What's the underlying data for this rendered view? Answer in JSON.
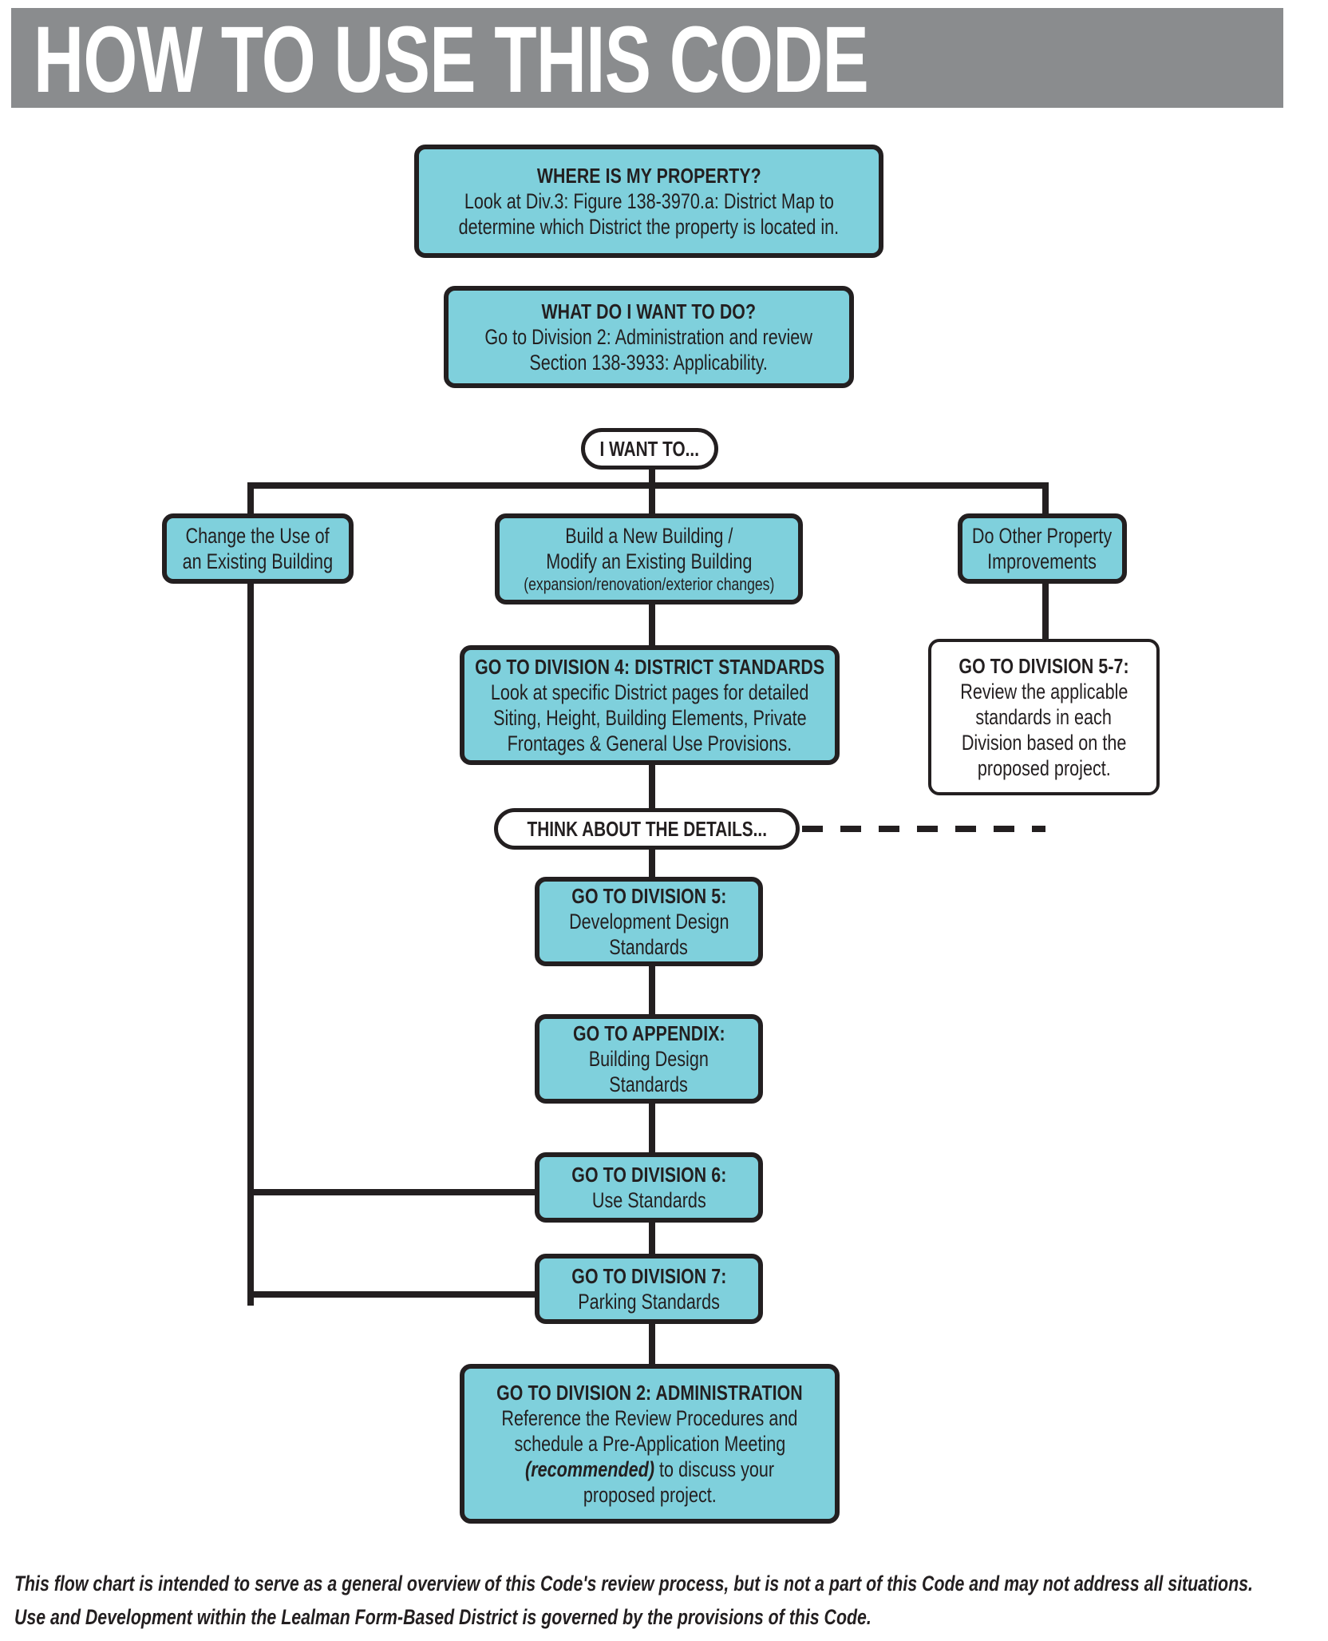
{
  "header": {
    "title": "HOW TO USE THIS CODE",
    "band_color": "#8a8c8e",
    "text_color": "#ffffff"
  },
  "theme": {
    "node_fill": "#7fd0dc",
    "node_stroke": "#231f20",
    "white_fill": "#ffffff"
  },
  "nodes": {
    "where_property": {
      "title": "WHERE IS MY PROPERTY?",
      "line1": "Look at Div.3: Figure 138-3970.a: District Map to",
      "line2": "determine which District the property is located in."
    },
    "what_do": {
      "title": "WHAT DO I WANT TO DO?",
      "line1": "Go to Division 2: Administration and review",
      "line2": "Section 138-3933: Applicability."
    },
    "i_want_to": {
      "label": "I WANT TO..."
    },
    "change_use": {
      "line1": "Change the Use of",
      "line2": "an Existing Building"
    },
    "build_new": {
      "line1": "Build a New Building /",
      "line2": "Modify an Existing Building",
      "line3": "(expansion/renovation/exterior changes)"
    },
    "other_improvements": {
      "line1": "Do Other Property",
      "line2": "Improvements"
    },
    "division_4": {
      "title": "GO TO DIVISION 4: DISTRICT STANDARDS",
      "line1": "Look at specific District pages for detailed",
      "line2": "Siting, Height, Building Elements, Private",
      "line3": "Frontages & General Use Provisions."
    },
    "division_5_7": {
      "title": "GO TO DIVISION 5-7:",
      "line1": "Review the applicable",
      "line2": "standards in each",
      "line3": "Division based on the",
      "line4": "proposed project."
    },
    "think_details": {
      "label": "THINK ABOUT THE DETAILS..."
    },
    "division_5": {
      "title": "GO TO DIVISION 5:",
      "line1": "Development Design",
      "line2": "Standards"
    },
    "appendix": {
      "title": "GO TO APPENDIX:",
      "line1": "Building Design",
      "line2": "Standards"
    },
    "division_6": {
      "title": "GO TO DIVISION 6:",
      "line1": "Use Standards"
    },
    "division_7": {
      "title": "GO TO DIVISION 7:",
      "line1": "Parking Standards"
    },
    "division_2_admin": {
      "title": "GO TO DIVISION 2: ADMINISTRATION",
      "line1": "Reference the Review Procedures and",
      "line2": "schedule a Pre-Application Meeting",
      "line3_pre": "",
      "line3_em": "(recommended)",
      "line3_post": " to discuss your",
      "line4": "proposed project."
    }
  },
  "footer": {
    "line1": "This flow chart is intended to serve as a general overview of this Code's review process, but is not a part of this Code and may not address all situations.",
    "line2": "Use and Development within the Lealman Form-Based District is governed by the provisions of this Code."
  }
}
